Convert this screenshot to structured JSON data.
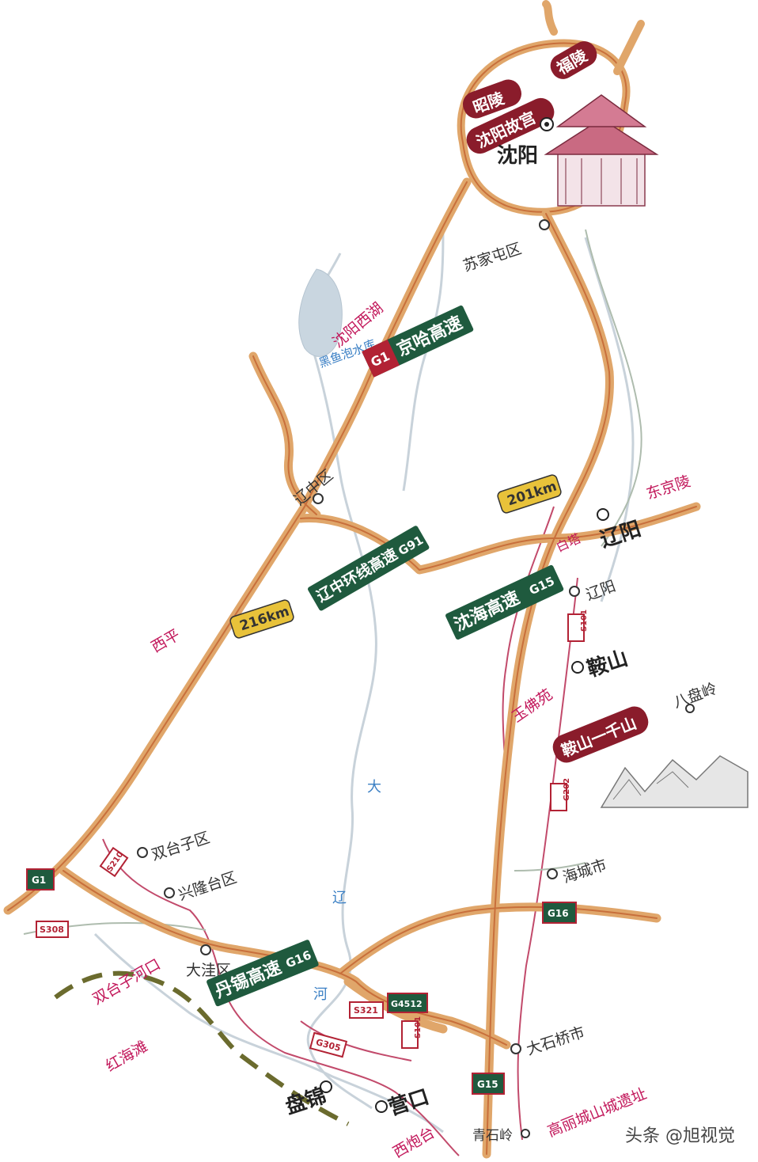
{
  "cities": {
    "shenyang": "沈阳",
    "liaoyang": "辽阳",
    "anshan": "鞍山",
    "yingkou": "营口",
    "panjin": "盘锦"
  },
  "towns": {
    "sujiatun": "苏家屯区",
    "liaozhong": "辽中区",
    "liaoyang_small": "辽阳",
    "bapanling": "八盘岭",
    "shuangtaizi": "双台子区",
    "xinglongtai": "兴隆台区",
    "dawa": "大洼区",
    "haicheng": "海城市",
    "dashiqiao": "大石桥市",
    "qingshiling": "青石岭"
  },
  "scenic": {
    "zhaoling": "昭陵",
    "fuling": "福陵",
    "palace": "沈阳故宫",
    "xihu": "沈阳西湖",
    "dongjingling": "东京陵",
    "baita": "白塔",
    "xiping": "西平",
    "yufoyuan": "玉佛苑",
    "qianshan": "鞍山一千山",
    "shuangtaihekou": "双台子河口",
    "honghaitan": "红海滩",
    "gaoli": "高丽城山城遗址",
    "xipaotai": "西炮台"
  },
  "rivers": {
    "heiyupao": "黑鱼泡水库",
    "da": "大",
    "liao": "辽",
    "he": "河"
  },
  "highways": {
    "g1": {
      "code": "G1",
      "name": "京哈高速"
    },
    "g91": {
      "code": "G91",
      "name": "辽中环线高速"
    },
    "g15": {
      "code": "G15",
      "name": "沈海高速"
    },
    "g16": {
      "code": "G16",
      "name": "丹锡高速"
    },
    "g1_shield": "G1",
    "g16_shield": "G16",
    "g15_shield": "G15",
    "g4512": "G4512",
    "s210": "S210",
    "s308": "S308",
    "s321": "S321",
    "s101_n": "S101",
    "s101_s": "S101",
    "g202": "G202",
    "g305": "G305"
  },
  "distances": {
    "d201": "201km",
    "d216": "216km"
  },
  "watermark": "头条 @旭视觉",
  "colors": {
    "highway": "#e0a66a",
    "highway_core": "#c86f3b",
    "road": "#c24a6b",
    "river": "#bcc9d4",
    "scenic": "#c2185b",
    "sign_green": "#1f5a3e",
    "sign_red": "#8a1c2b",
    "dist_fill": "#e8c23a"
  }
}
